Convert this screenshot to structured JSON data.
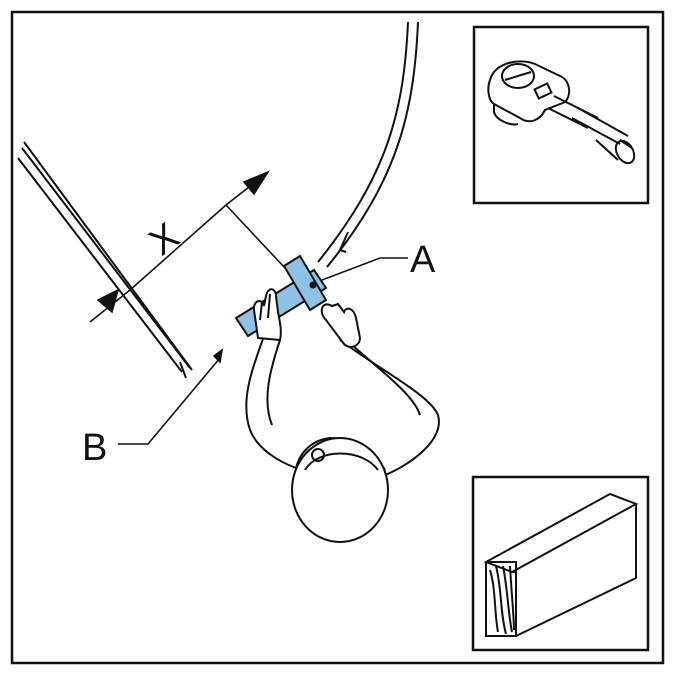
{
  "labels": {
    "a": "A",
    "b": "B",
    "x": "X"
  },
  "colors": {
    "accent": "#8ec3e6",
    "line": "#111111"
  },
  "icons": [
    "fitting-icon",
    "wood-beam-icon",
    "person-topview-icon"
  ]
}
